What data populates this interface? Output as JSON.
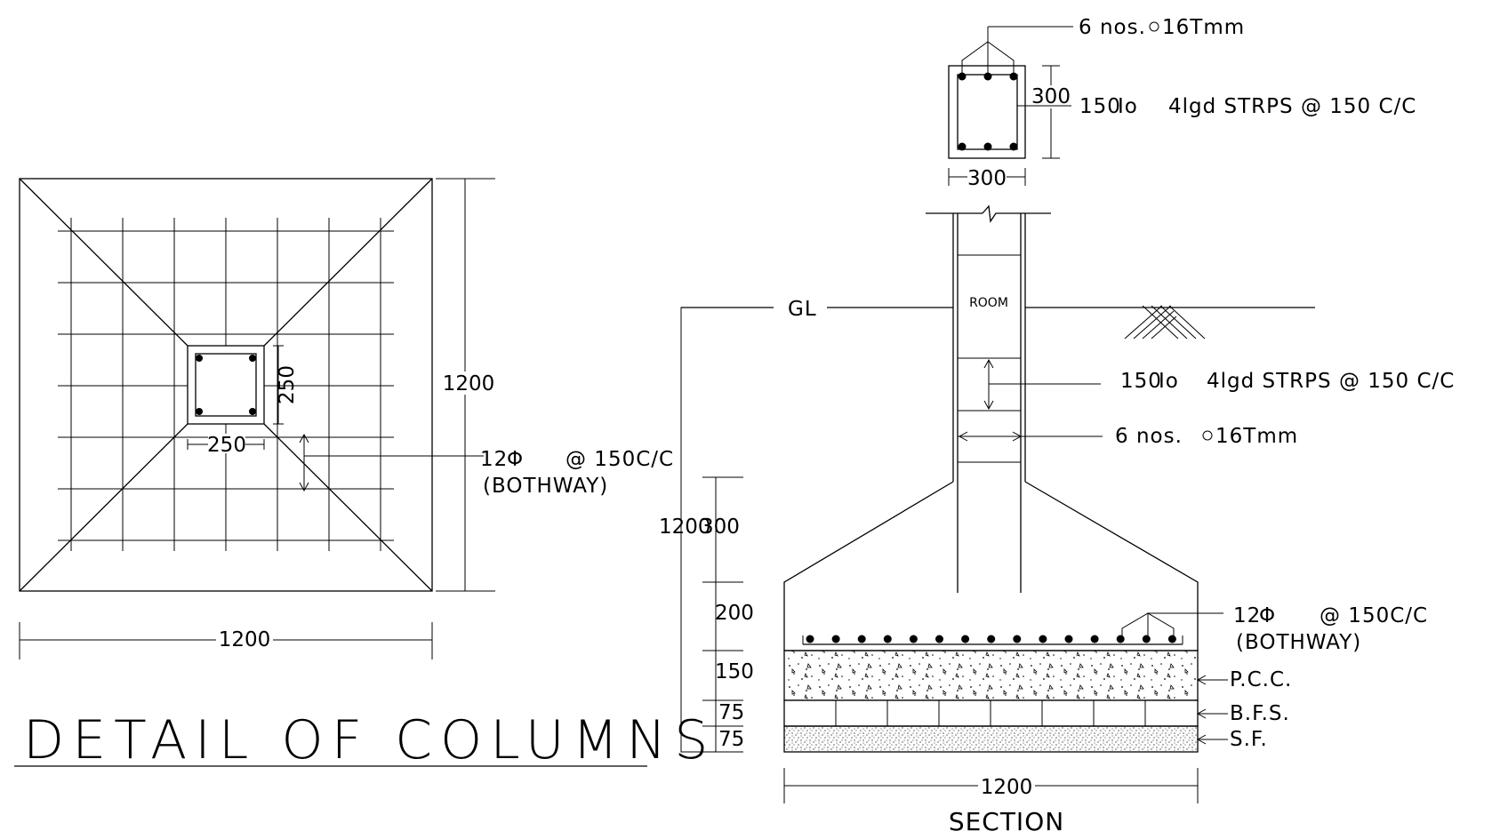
{
  "plan": {
    "dim_width": "1200",
    "dim_height": "1200",
    "col_w": "250",
    "col_h": "250",
    "rebar_line1": "12",
    "rebar_line1b": "@ 150C/C",
    "rebar_line2": "(BOTHWAY)"
  },
  "title": "DETAIL OF COLUMNS",
  "column_xsec": {
    "top_bars": "6 nos. ",
    "top_bars_b": "16Tmm",
    "dim_h": "300",
    "dim_w": "300",
    "stirrups": "150",
    "stirrups_b": "4lgd STRPS @ 150 C/C"
  },
  "section": {
    "gl": "GL",
    "room": "ROOM",
    "stirrups": "150",
    "stirrups_b": "4lgd STRPS @ 150 C/C",
    "main_bars": "6 nos. ",
    "main_bars_b": "16Tmm",
    "footing_bars": "12",
    "footing_bars_b": "@ 150C/C",
    "footing_bars_c": "(BOTHWAY)",
    "pcc": "P.C.C.",
    "bfs": "B.F.S.",
    "sf": "S.F.",
    "dim_total": "1200",
    "dim_300": "300",
    "dim_200": "200",
    "dim_150": "150",
    "dim_75a": "75",
    "dim_75b": "75",
    "dim_width": "1200",
    "label": "SECTION"
  }
}
